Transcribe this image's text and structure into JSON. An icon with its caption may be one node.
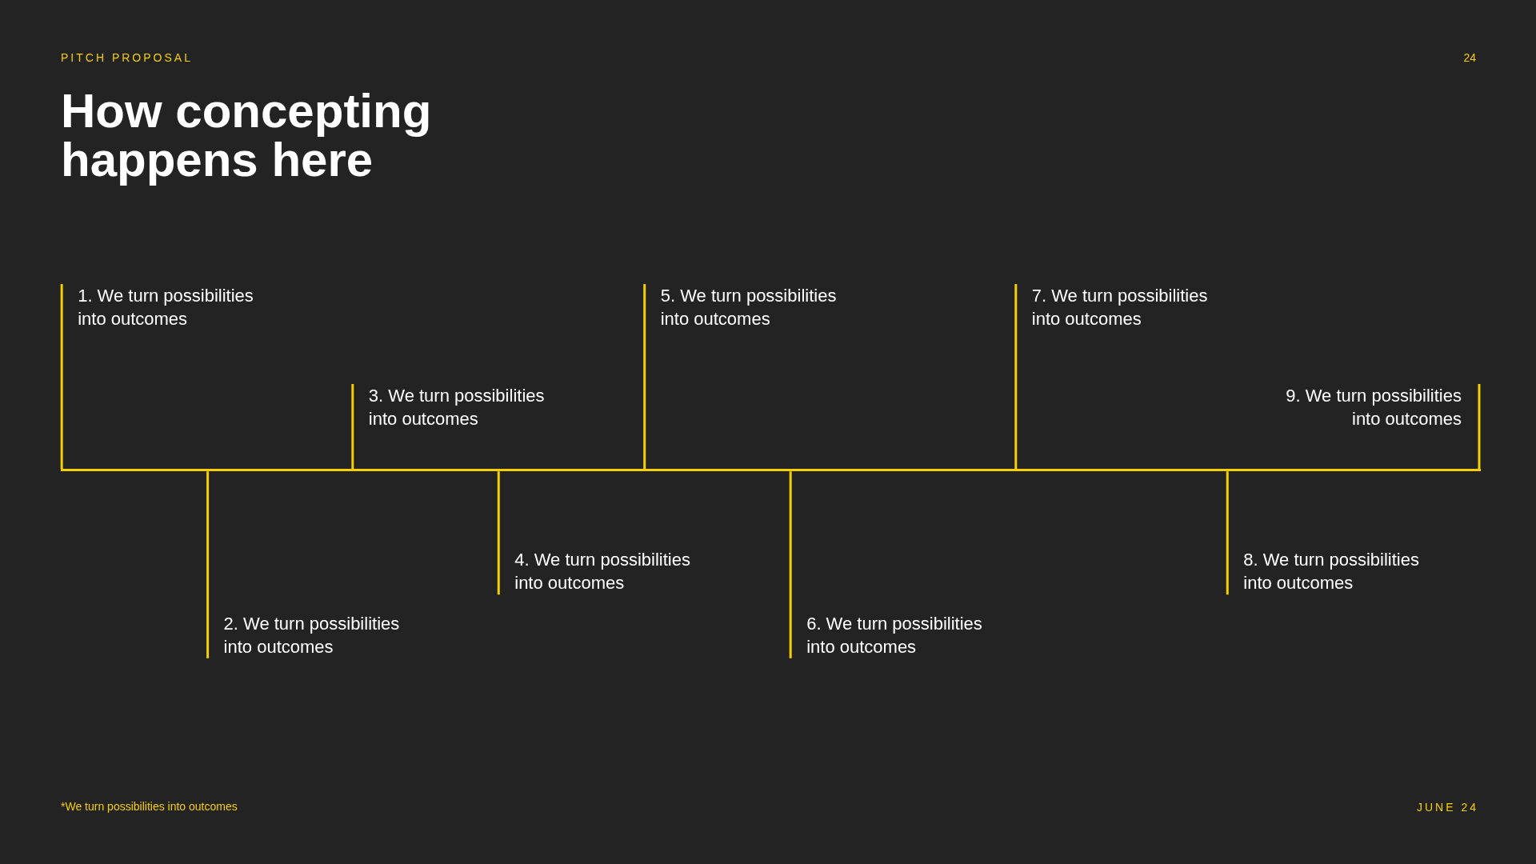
{
  "diagram": {
    "title": "How concepting happens here",
    "caption": "*We turn possibilities into outcomes",
    "nodes": [
      {
        "text": [
          "1. We turn possibilities into outcomes"
        ]
      },
      {
        "text": [
          "2. We turn possibilities into outcomes"
        ]
      },
      {
        "text": [
          "3. We turn possibilities into outcomes"
        ]
      },
      {
        "text": [
          "4. We turn possibilities into outcomes"
        ]
      },
      {
        "text": [
          "5. We turn possibilities into outcomes"
        ]
      },
      {
        "text": [
          "6. We turn possibilities into outcomes"
        ]
      },
      {
        "text": [
          "7. We turn possibilities into outcomes"
        ]
      },
      {
        "text": [
          "8. We turn possibilities into outcomes"
        ]
      },
      {
        "text": [
          "9. We turn possibilities into outcomes"
        ]
      },
      {
        "text": [],
        "shape": "bar"
      }
    ],
    "edges": [
      {
        "from": 0,
        "to": 9,
        "arrow": "none"
      },
      {
        "from": 1,
        "to": 9,
        "arrow": "none"
      },
      {
        "from": 2,
        "to": 9,
        "arrow": "none"
      },
      {
        "from": 3,
        "to": 9,
        "arrow": "none"
      },
      {
        "from": 4,
        "to": 9,
        "arrow": "none"
      },
      {
        "from": 5,
        "to": 9,
        "arrow": "none"
      },
      {
        "from": 6,
        "to": 9,
        "arrow": "none"
      },
      {
        "from": 7,
        "to": 9,
        "arrow": "none"
      },
      {
        "from": 8,
        "to": 9,
        "arrow": "none"
      }
    ],
    "labels": [
      "PITCH PROPOSAL",
      "24",
      "JUNE 24"
    ]
  }
}
